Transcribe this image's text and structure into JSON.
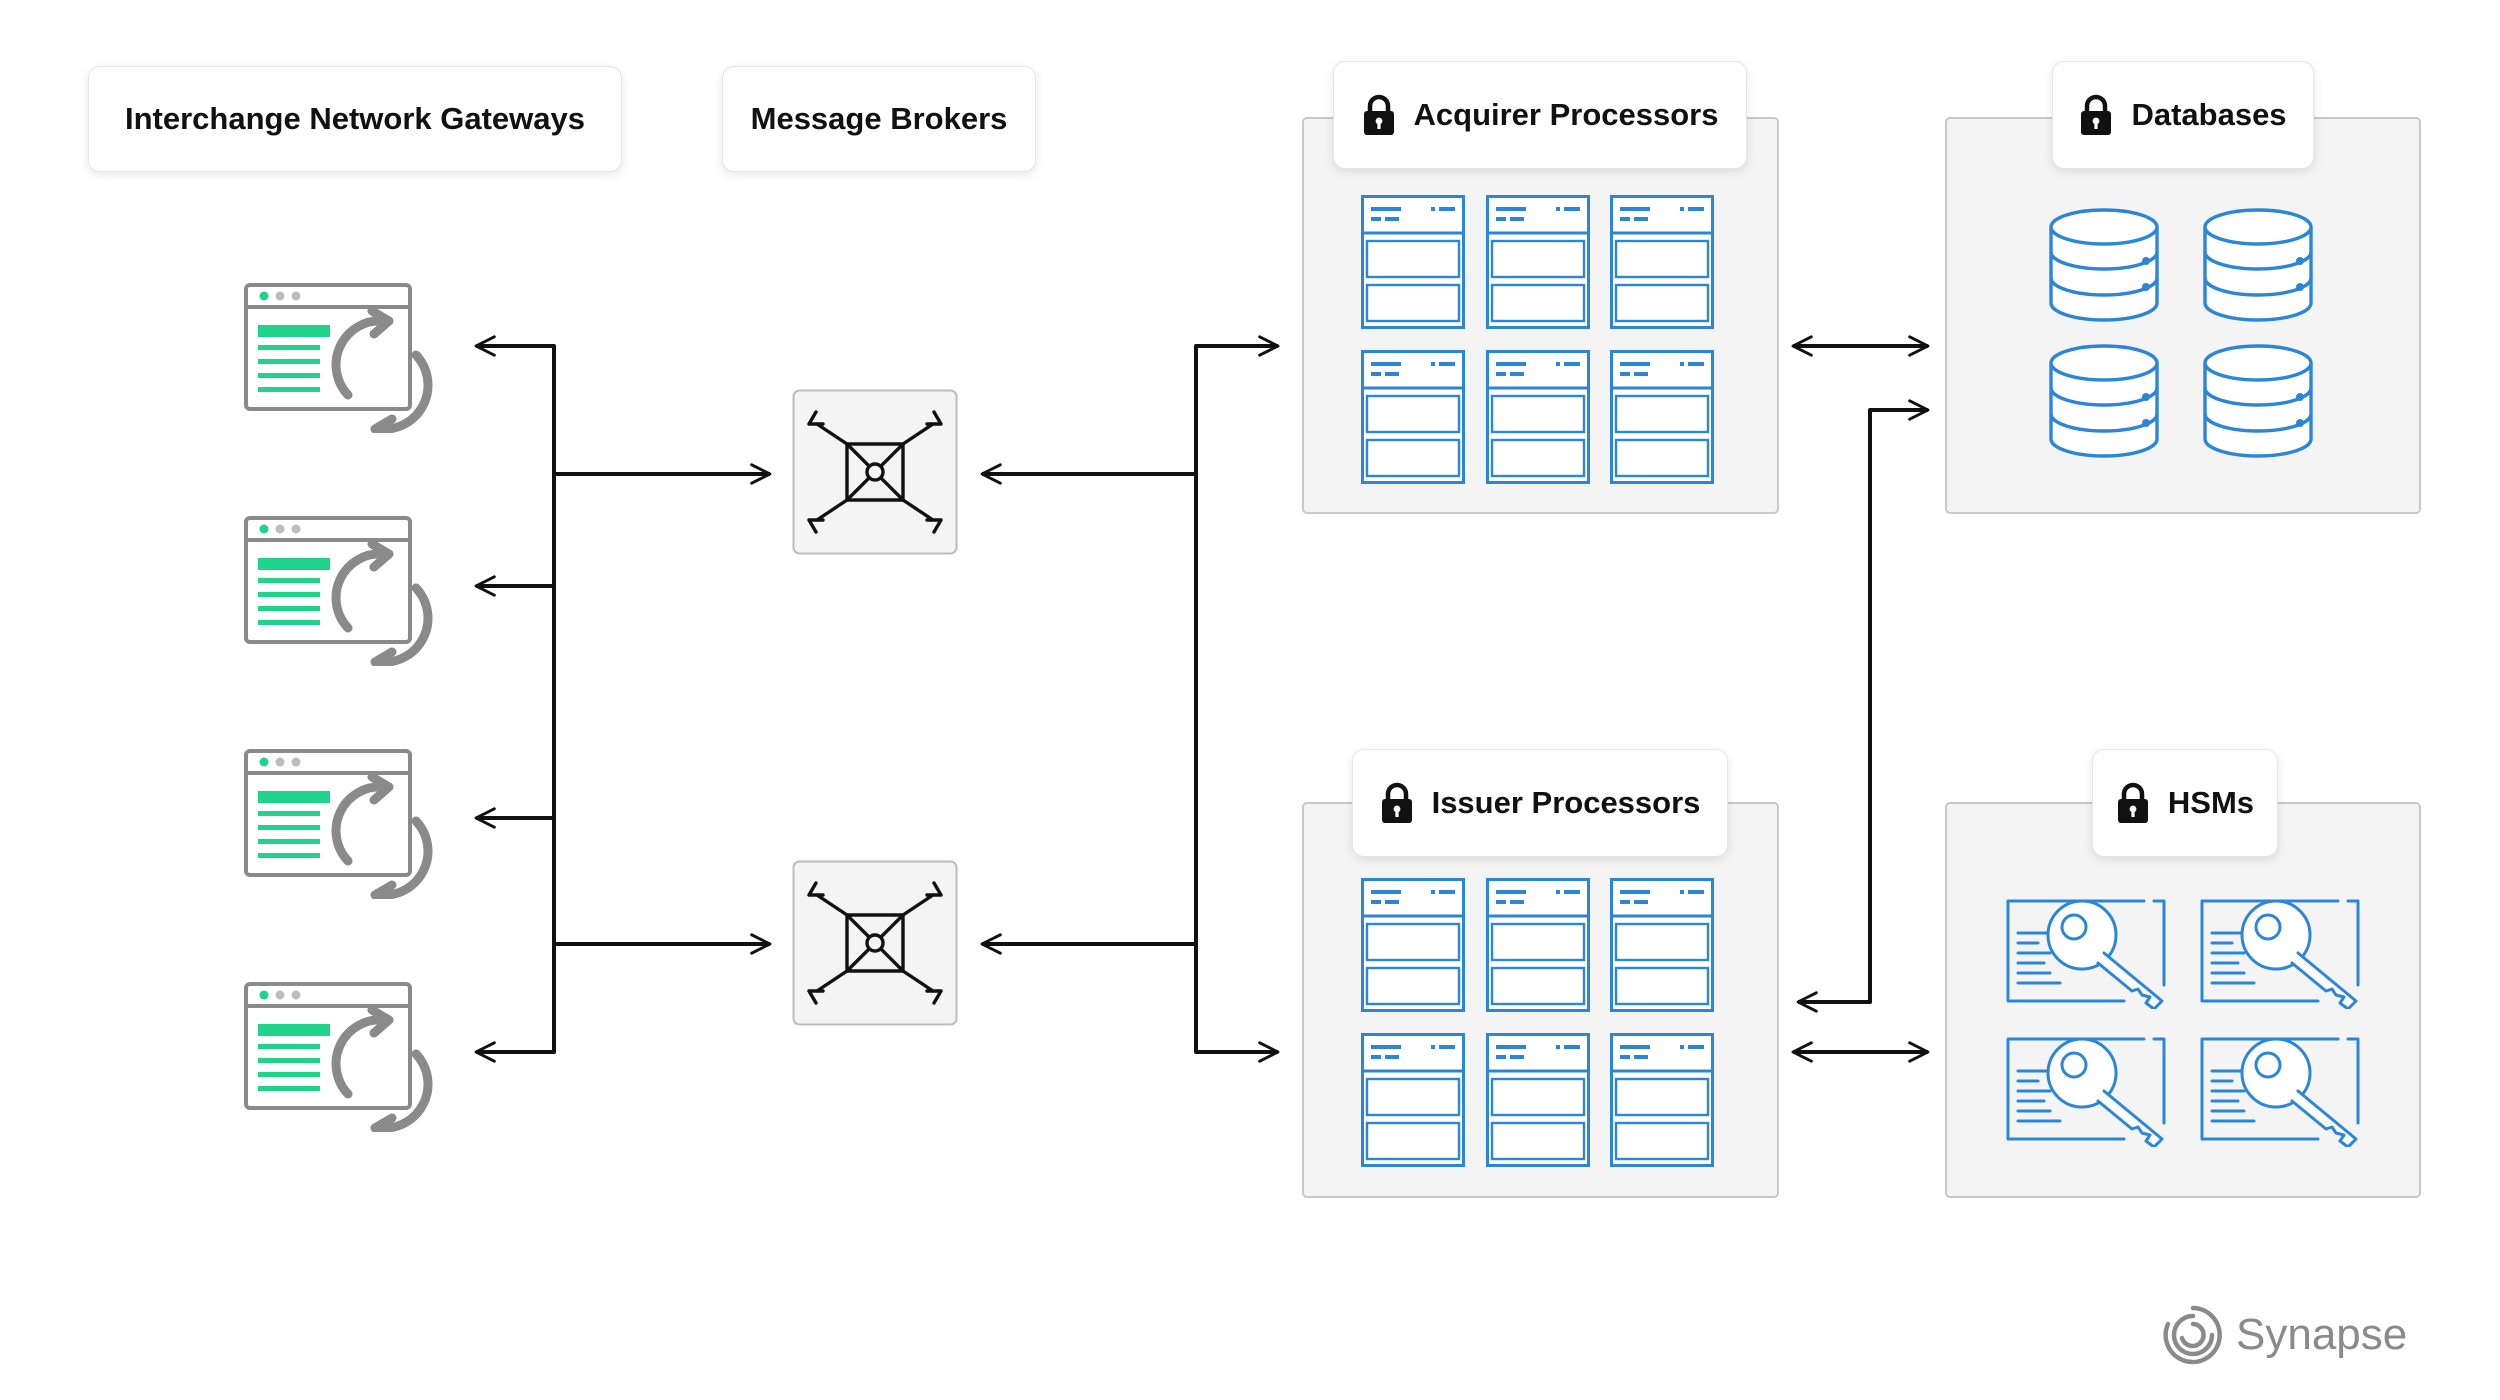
{
  "labels": {
    "gateways": "Interchange Network Gateways",
    "brokers": "Message Brokers",
    "acquirer": "Acquirer Processors",
    "databases": "Databases",
    "issuer": "Issuer Processors",
    "hsms": "HSMs"
  },
  "brand": {
    "name": "Synapse"
  },
  "colors": {
    "accent_green": "#1fd38a",
    "server_blue": "#2b86d8",
    "panel_gray": "#f4f4f4",
    "line": "#111111",
    "icon_gray": "#8a8a8a"
  },
  "icons": {
    "gateway": "gateway-sync-icon",
    "broker": "message-broker-icon",
    "server": "server-icon",
    "database": "database-icon",
    "hsm": "key-certificate-icon",
    "lock": "lock-icon"
  }
}
